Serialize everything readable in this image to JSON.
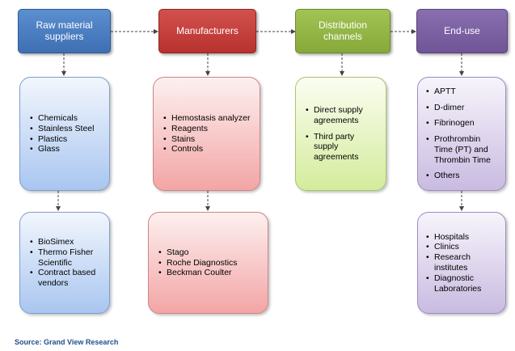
{
  "headers": {
    "raw_material": "Raw material\nsuppliers",
    "manufacturers": "Manufacturers",
    "distribution": "Distribution\nchannels",
    "end_use": "End-use"
  },
  "boxes": {
    "raw_materials": [
      "Chemicals",
      "Stainless Steel",
      "Plastics",
      "Glass"
    ],
    "suppliers": [
      "BioSimex",
      "Thermo Fisher Scientific",
      "Contract based vendors"
    ],
    "products": [
      "Hemostasis analyzer",
      "Reagents",
      "Stains",
      "Controls"
    ],
    "manufacturer_companies": [
      "Stago",
      "Roche Diagnostics",
      "Beckman Coulter"
    ],
    "distribution_channels": [
      "Direct supply agreements",
      "Third party supply agreements"
    ],
    "end_use_tests": [
      "APTT",
      "D-dimer",
      "Fibrinogen",
      "Prothrombin Time (PT) and Thrombin Time",
      "Others"
    ],
    "end_users": [
      "Hospitals",
      "Clinics",
      "Research institutes",
      "Diagnostic Laboratories"
    ]
  },
  "source": "Source: Grand View Research",
  "colors": {
    "blue": "#4a7fc1",
    "red": "#c0403c",
    "green": "#93b548",
    "purple": "#7b62a3",
    "source_text": "#1f4e8c"
  }
}
